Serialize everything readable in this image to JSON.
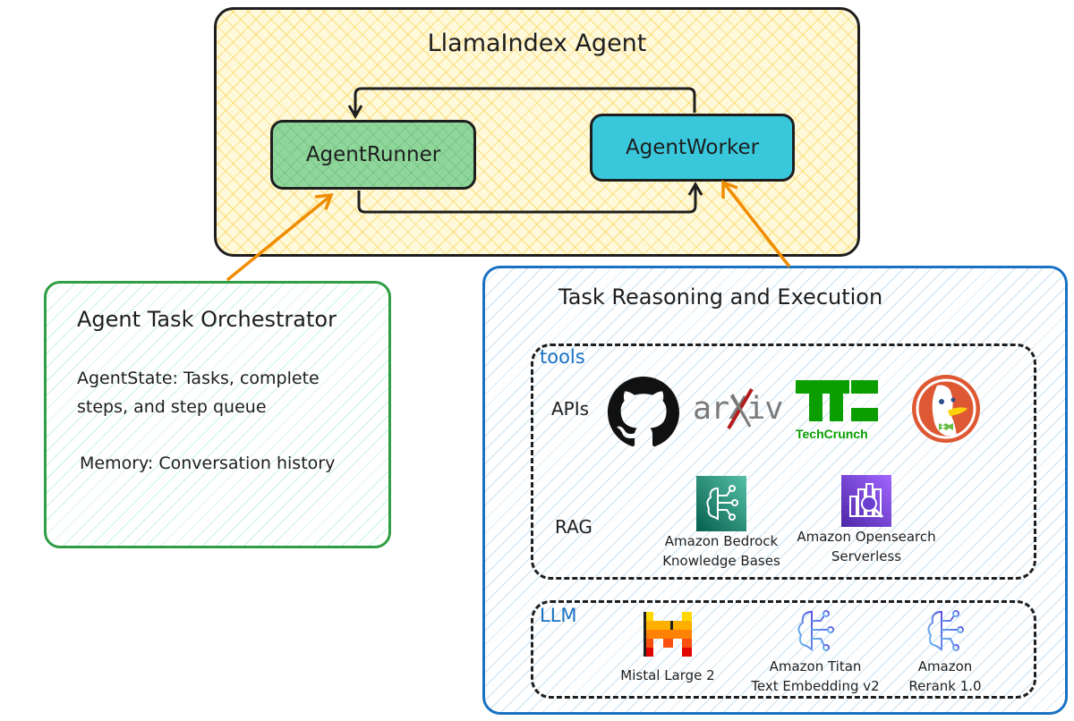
{
  "agent": {
    "title": "LlamaIndex Agent",
    "runner_label": "AgentRunner",
    "worker_label": "AgentWorker",
    "colors": {
      "container_fill": "#fff9db",
      "runner_fill": "#8fd69b",
      "worker_fill": "#39c7dc"
    }
  },
  "orchestrator": {
    "title": "Agent Task Orchestrator",
    "state_text": "AgentState: Tasks, complete steps, and step queue",
    "memory_text": "Memory: Conversation history",
    "border_color": "#2f9e44"
  },
  "task": {
    "title": "Task Reasoning and Execution",
    "border_color": "#1971c2",
    "tools": {
      "label": "tools",
      "apis_label": "APIs",
      "apis": [
        {
          "name": "GitHub",
          "icon": "github-icon"
        },
        {
          "name": "arXiv",
          "icon": "arxiv-logo",
          "logo_text": "arXiv"
        },
        {
          "name": "TechCrunch",
          "icon": "techcrunch-logo",
          "logo_text_a": "Tech",
          "logo_text_b": "Crunch"
        },
        {
          "name": "DuckDuckGo",
          "icon": "duckduckgo-icon"
        }
      ],
      "rag_label": "RAG",
      "rag": [
        {
          "line1": "Amazon Bedrock",
          "line2": "Knowledge Bases",
          "icon": "bedrock-kb-icon"
        },
        {
          "line1": "Amazon Opensearch",
          "line2": "Serverless",
          "icon": "opensearch-icon"
        }
      ]
    },
    "llm": {
      "label": "LLM",
      "models": [
        {
          "line1": "Mistal Large 2",
          "line2": "",
          "icon": "mistral-icon"
        },
        {
          "line1": "Amazon Titan",
          "line2": "Text Embedding v2",
          "icon": "titan-icon"
        },
        {
          "line1": "Amazon",
          "line2": "Rerank 1.0",
          "icon": "rerank-icon"
        }
      ]
    }
  },
  "arrow_color": "#f08c00"
}
